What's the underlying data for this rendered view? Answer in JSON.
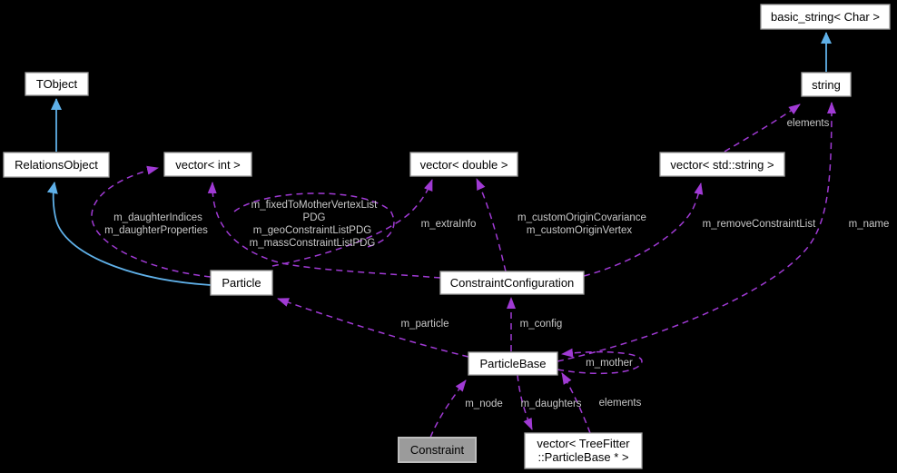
{
  "diagram": {
    "type": "doxygen-collaboration-graph",
    "background_color": "#000000",
    "node_fill": "#ffffff",
    "node_border": "#9e9e9e",
    "node_text_color": "#000000",
    "highlight_node_fill": "#9b9b9b",
    "inheritance_edge_color": "#5fb0e8",
    "usage_edge_color": "#a03ad4",
    "edge_label_color": "#c8c8c8"
  },
  "nodes": {
    "tobject": {
      "label": "TObject"
    },
    "relations_object": {
      "label": "RelationsObject"
    },
    "vector_int": {
      "label": "vector< int >"
    },
    "vector_double": {
      "label": "vector< double >"
    },
    "vector_std_string": {
      "label": "vector< std::string >"
    },
    "basic_string": {
      "label": "basic_string< Char >"
    },
    "string": {
      "label": "string"
    },
    "particle": {
      "label": "Particle"
    },
    "constraint_configuration": {
      "label": "ConstraintConfiguration"
    },
    "particle_base": {
      "label": "ParticleBase"
    },
    "constraint": {
      "label": "Constraint"
    },
    "vector_treefitter_particlebase": {
      "line1": "vector< TreeFitter",
      "line2": "::ParticleBase * >"
    }
  },
  "edge_labels": {
    "daughter_lists": {
      "line1": "m_daughterIndices",
      "line2": "m_daughterProperties"
    },
    "pdg_lists": {
      "line1": "m_fixedToMotherVertexList",
      "line2": "PDG",
      "line3": "m_geoConstraintListPDG",
      "line4": "m_massConstraintListPDG"
    },
    "extra_info": "m_extraInfo",
    "custom_origin": {
      "line1": "m_customOriginCovariance",
      "line2": "m_customOriginVertex"
    },
    "remove_constraint_list": "m_removeConstraintList",
    "name": "m_name",
    "elements_to_string": "elements",
    "particle": "m_particle",
    "config": "m_config",
    "mother": "m_mother",
    "node": "m_node",
    "daughters": "m_daughters",
    "elements_to_particlebase": "elements"
  }
}
